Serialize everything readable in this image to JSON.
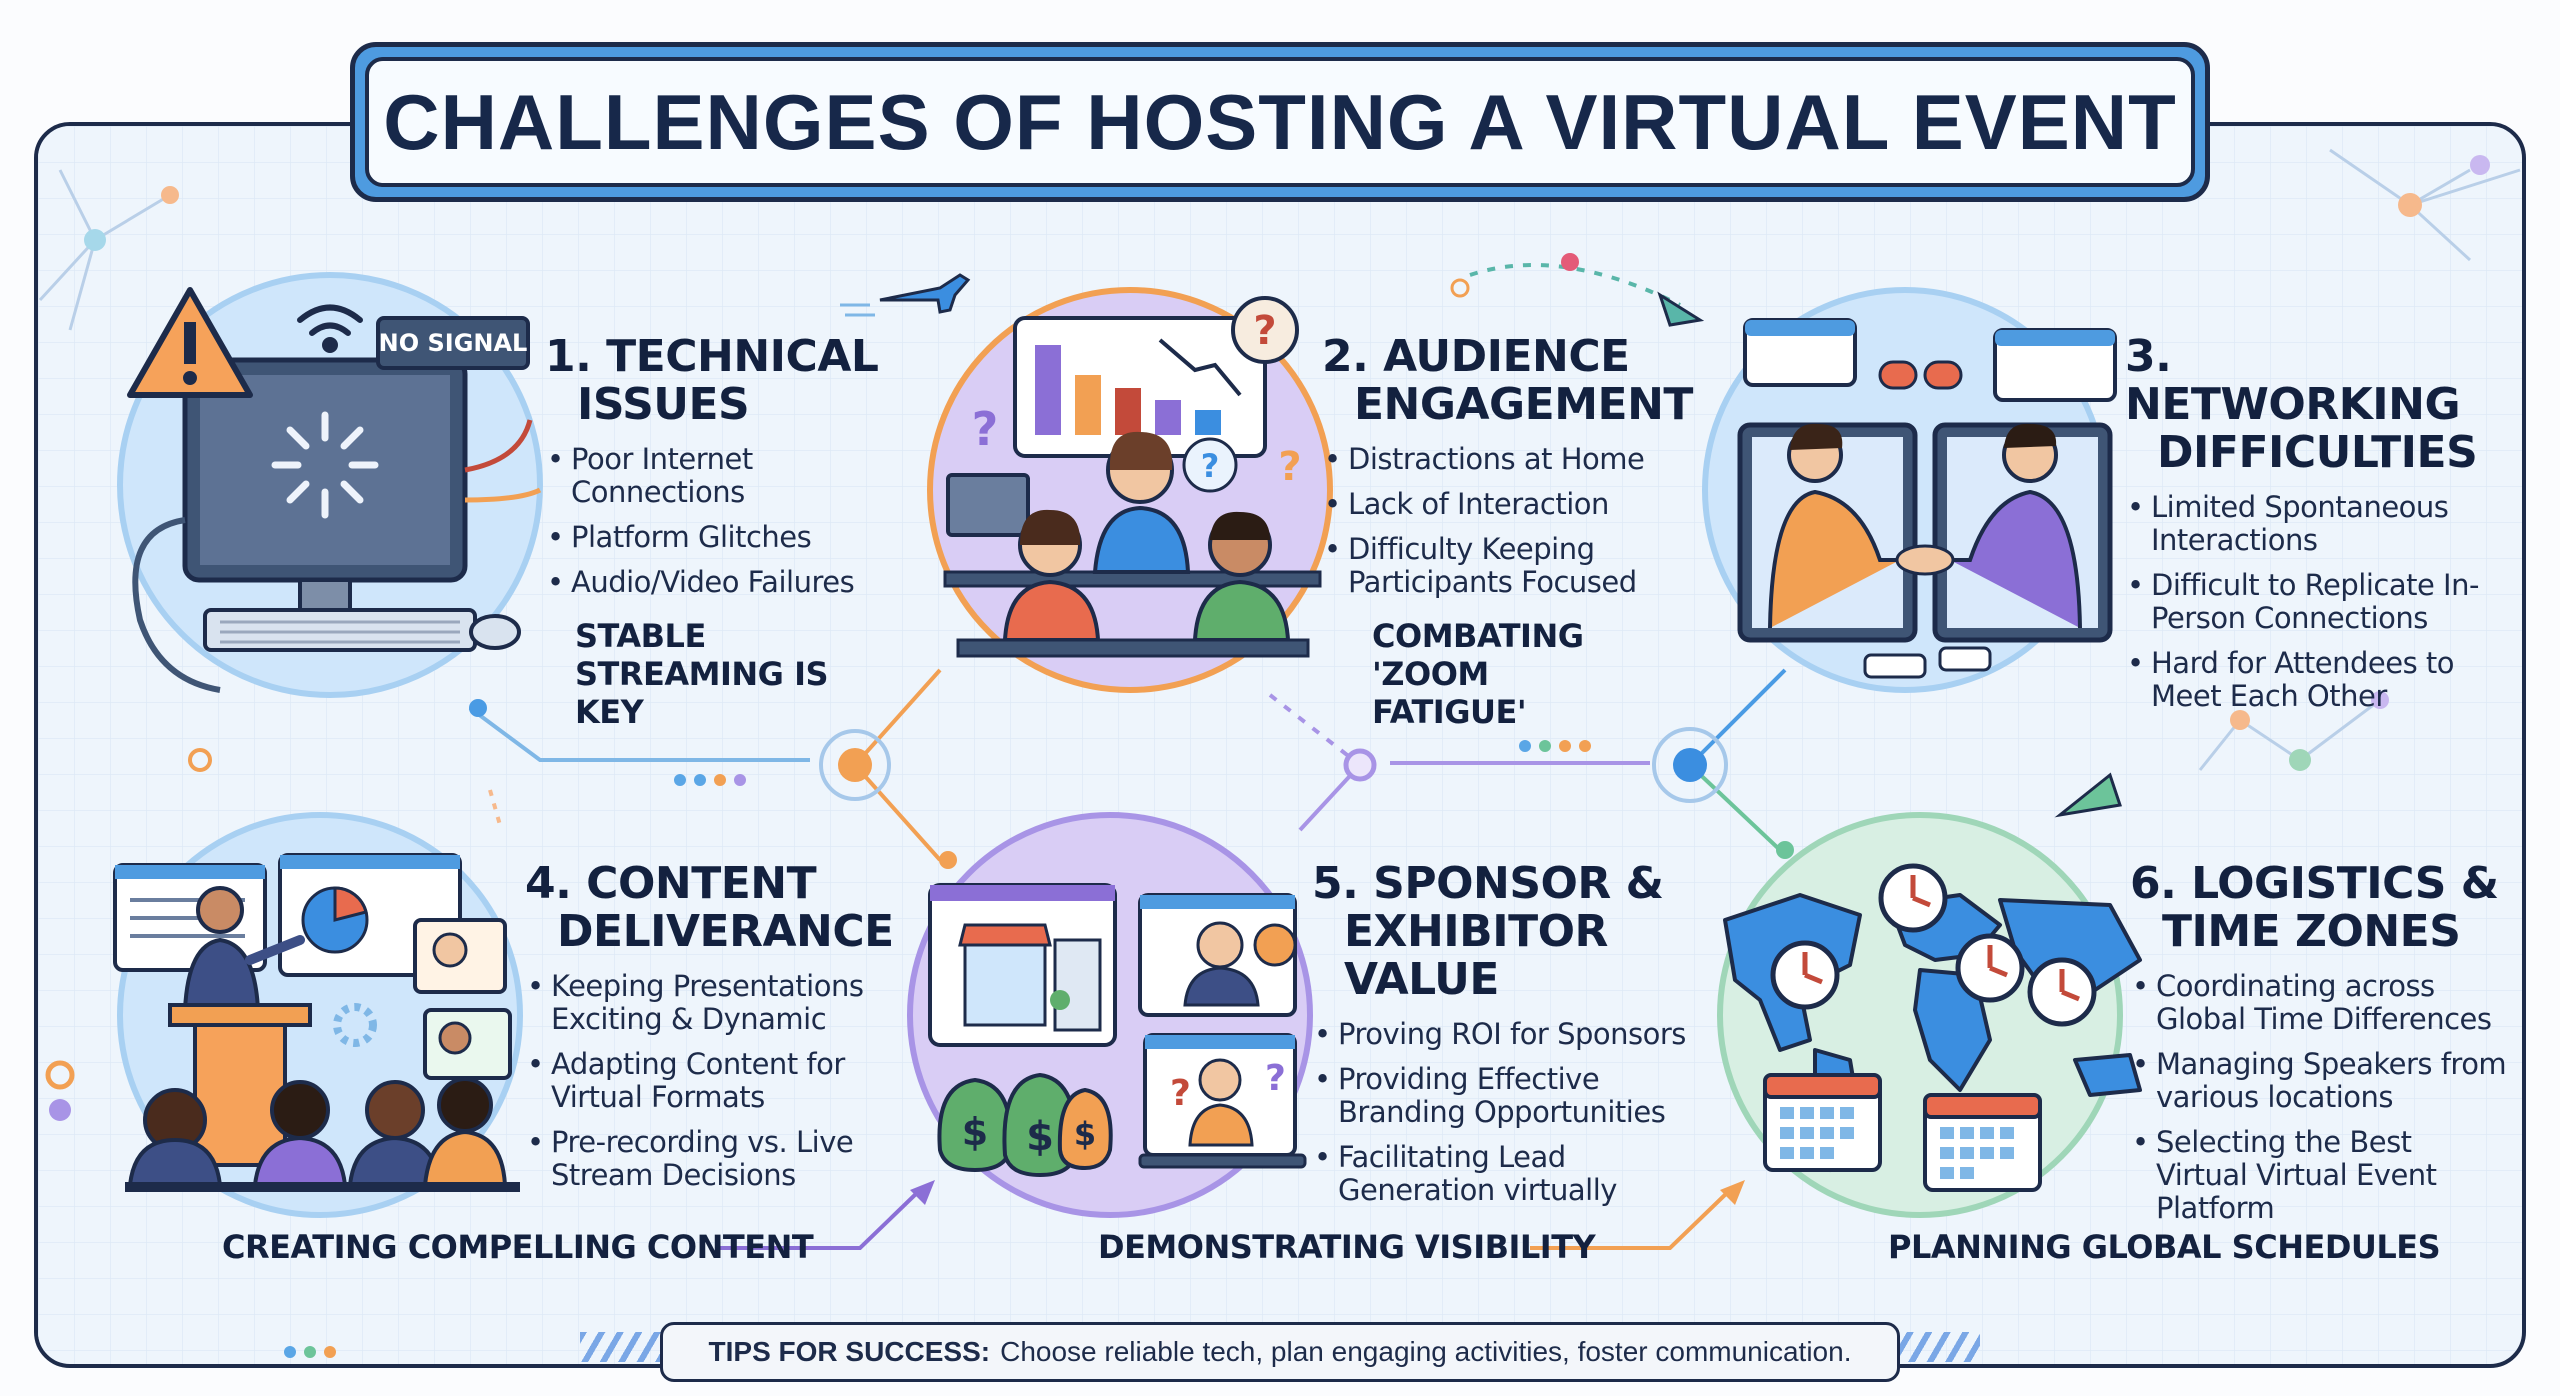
{
  "title": "CHALLENGES OF HOSTING A VIRTUAL EVENT",
  "colors": {
    "frame": "#1d2b4a",
    "panel_blue": "#cfe6fb",
    "panel_orange": "#f6a25a",
    "panel_purple": "#c7b8ee",
    "panel_green": "#cfeee0",
    "accent_blue": "#3b8ee0",
    "accent_orange": "#f28a2e",
    "accent_purple": "#8b6fd6"
  },
  "sections": [
    {
      "number": "1.",
      "heading_line1": "TECHNICAL",
      "heading_line2": "ISSUES",
      "bullets": [
        "Poor Internet Connections",
        "Platform Glitches",
        "Audio/Video Failures"
      ],
      "tagline": "STABLE STREAMING IS KEY",
      "icon": "computer-no-signal-icon",
      "badge": "NO SIGNAL"
    },
    {
      "number": "2.",
      "heading_line1": "AUDIENCE",
      "heading_line2": "ENGAGEMENT",
      "bullets": [
        "Distractions at Home",
        "Lack of Interaction",
        "Difficulty Keeping Participants Focused"
      ],
      "tagline": "COMBATING 'ZOOM FATIGUE'",
      "icon": "bored-audience-icon"
    },
    {
      "number": "3.",
      "heading_line1": "NETWORKING",
      "heading_line2": "DIFFICULTIES",
      "bullets": [
        "Limited Spontaneous Interactions",
        "Difficult to Replicate In-Person Connections",
        "Hard for Attendees to Meet Each Other"
      ],
      "icon": "virtual-handshake-icon"
    },
    {
      "number": "4.",
      "heading_line1": "CONTENT",
      "heading_line2": "DELIVERANCE",
      "bullets": [
        "Keeping Presentations Exciting & Dynamic",
        "Adapting Content for Virtual Formats",
        "Pre-recording vs. Live Stream Decisions"
      ],
      "caption": "CREATING COMPELLING CONTENT",
      "icon": "presenter-audience-icon"
    },
    {
      "number": "5.",
      "heading_line1": "SPONSOR &",
      "heading_line2": "EXHIBITOR VALUE",
      "bullets": [
        "Proving ROI for Sponsors",
        "Providing Effective Branding Opportunities",
        "Facilitating Lead Generation virtually"
      ],
      "caption": "DEMONSTRATING VISIBILITY",
      "icon": "sponsor-booth-money-icon"
    },
    {
      "number": "6.",
      "heading_line1": "LOGISTICS &",
      "heading_line2": "TIME ZONES",
      "bullets": [
        "Coordinating across Global Time Differences",
        "Managing Speakers from various locations",
        "Selecting the Best Virtual Virtual Event Platform"
      ],
      "caption": "PLANNING GLOBAL SCHEDULES",
      "icon": "world-map-clocks-icon"
    }
  ],
  "tips": {
    "label": "TIPS FOR SUCCESS:",
    "text": "Choose reliable tech, plan engaging activities, foster communication."
  }
}
